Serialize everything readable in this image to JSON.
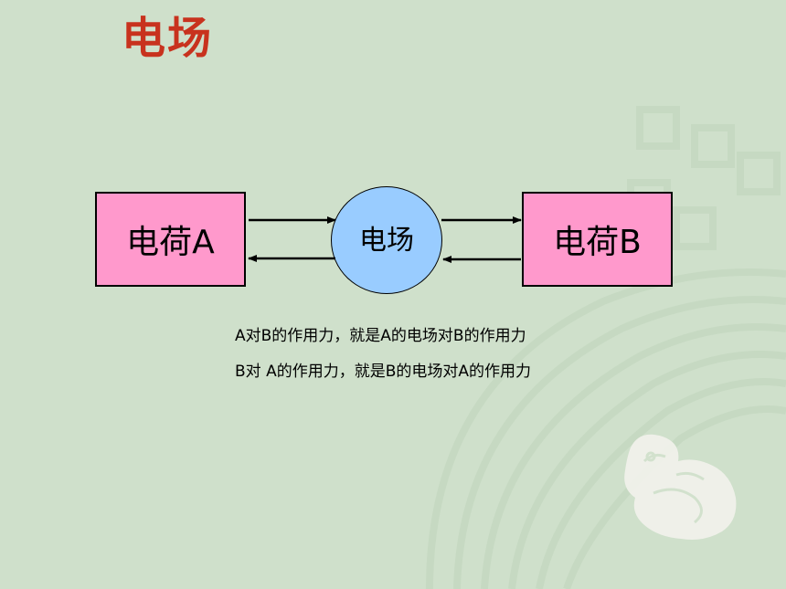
{
  "title": "电场",
  "diagram": {
    "charge_a": "电荷A",
    "field": "电场",
    "charge_b": "电荷B"
  },
  "captions": [
    "A对B的作用力，就是A的电场对B的作用力",
    "B对 A的作用力，就是B的电场对A的作用力"
  ],
  "colors": {
    "background": "#cfe0cb",
    "title": "#c8321e",
    "charge_box": "#ff99cc",
    "field_circle": "#99ccff"
  }
}
